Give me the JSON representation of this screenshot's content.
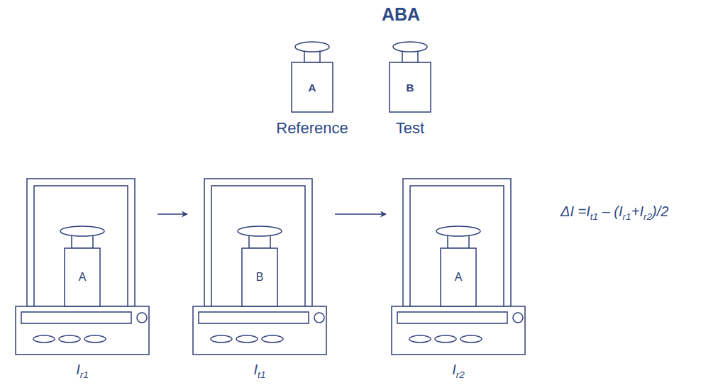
{
  "diagram": {
    "title": "ABA",
    "nodes": [
      {
        "text": [
          "A",
          "Reference"
        ]
      },
      {
        "text": [
          "B",
          "Test"
        ]
      },
      {
        "text": [
          "Ir1"
        ]
      },
      {
        "text": [
          "A"
        ],
        "in": 2
      },
      {
        "text": [
          "It1"
        ]
      },
      {
        "text": [
          "B"
        ],
        "in": 4
      },
      {
        "text": [
          "Ir2"
        ]
      },
      {
        "text": [
          "A"
        ],
        "in": 6
      }
    ],
    "edges": [
      {
        "from": 2,
        "to": 4,
        "arrow": "to"
      },
      {
        "from": 4,
        "to": 6,
        "arrow": "to"
      }
    ],
    "labels": [
      "ΔI =It1 – (Ir1+Ir2)/2"
    ]
  }
}
